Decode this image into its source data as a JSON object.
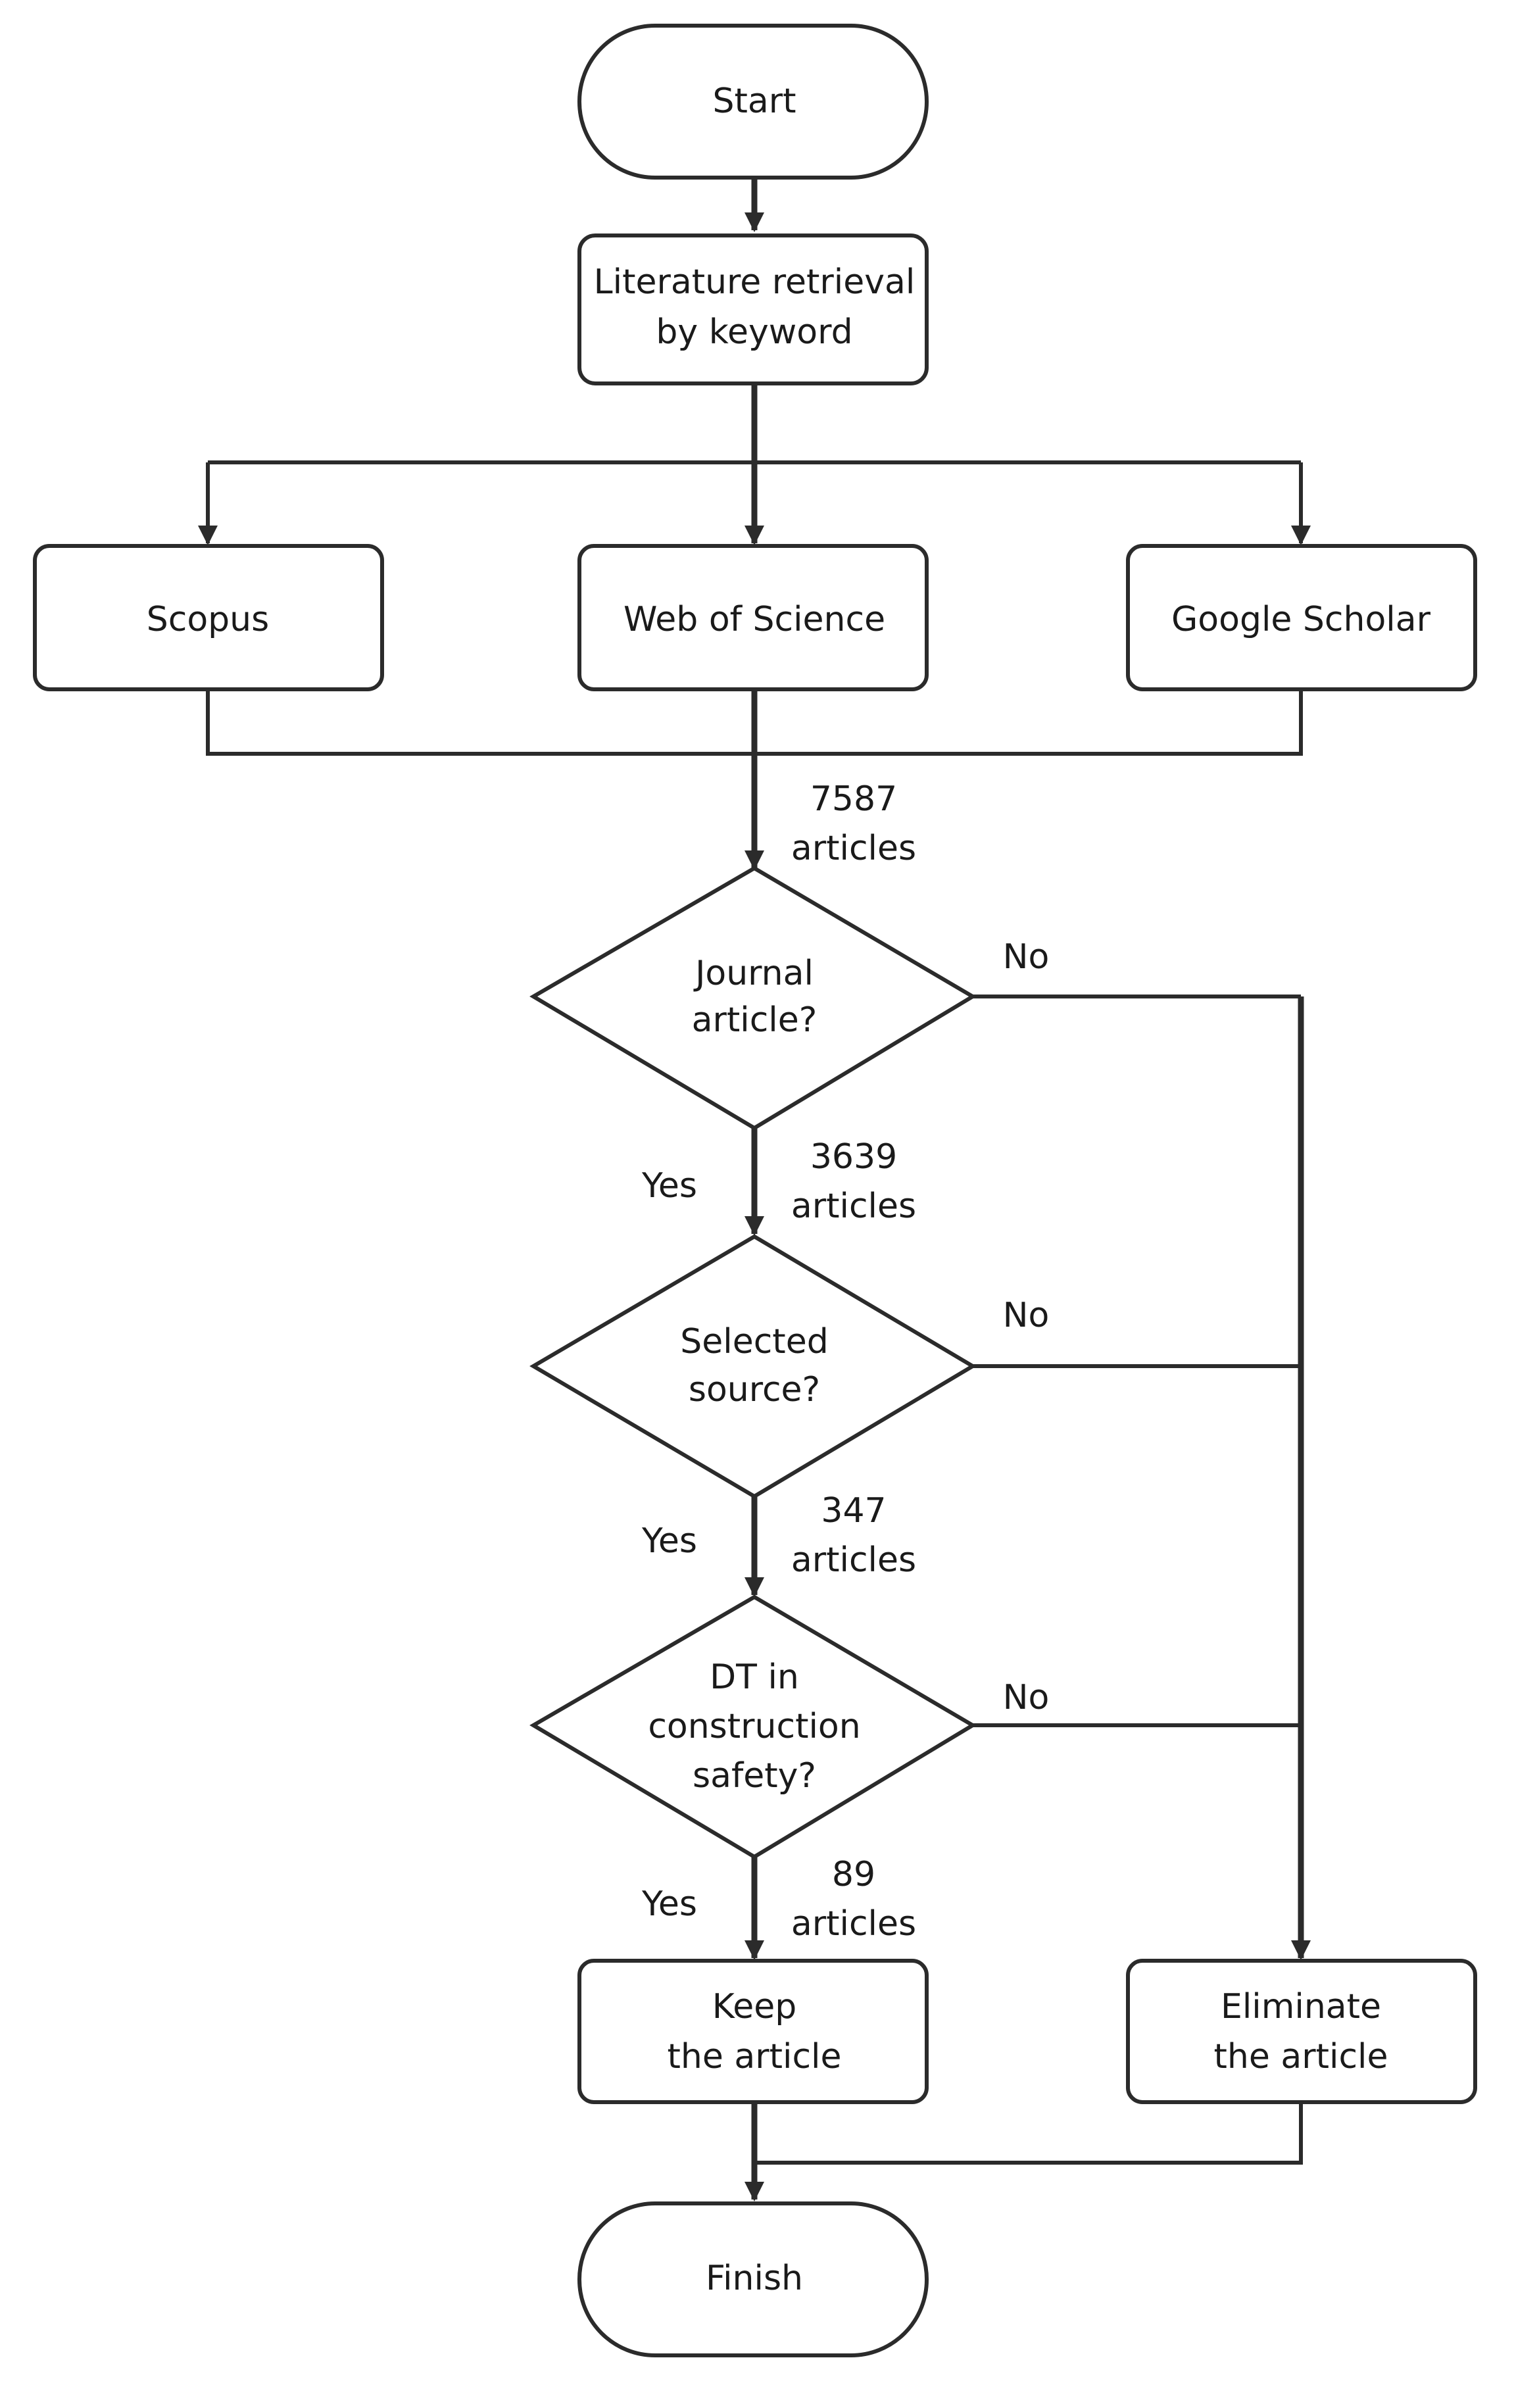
{
  "nodes": {
    "start": "Start",
    "retrieval": [
      "Literature retrieval",
      "by keyword"
    ],
    "scopus": "Scopus",
    "wos": "Web of Science",
    "google": "Google Scholar",
    "journal": [
      "Journal",
      "article?"
    ],
    "selected": [
      "Selected",
      "source?"
    ],
    "dt": [
      "DT in",
      "construction",
      "safety?"
    ],
    "keep": [
      "Keep",
      "the article"
    ],
    "eliminate": [
      "Eliminate",
      "the article"
    ],
    "finish": "Finish"
  },
  "counts": {
    "c1": [
      "7587",
      "articles"
    ],
    "c2": [
      "3639",
      "articles"
    ],
    "c3": [
      "347",
      "articles"
    ],
    "c4": [
      "89",
      "articles"
    ]
  },
  "labels": {
    "yes1": "Yes",
    "yes2": "Yes",
    "yes3": "Yes",
    "no1": "No",
    "no2": "No",
    "no3": "No"
  }
}
